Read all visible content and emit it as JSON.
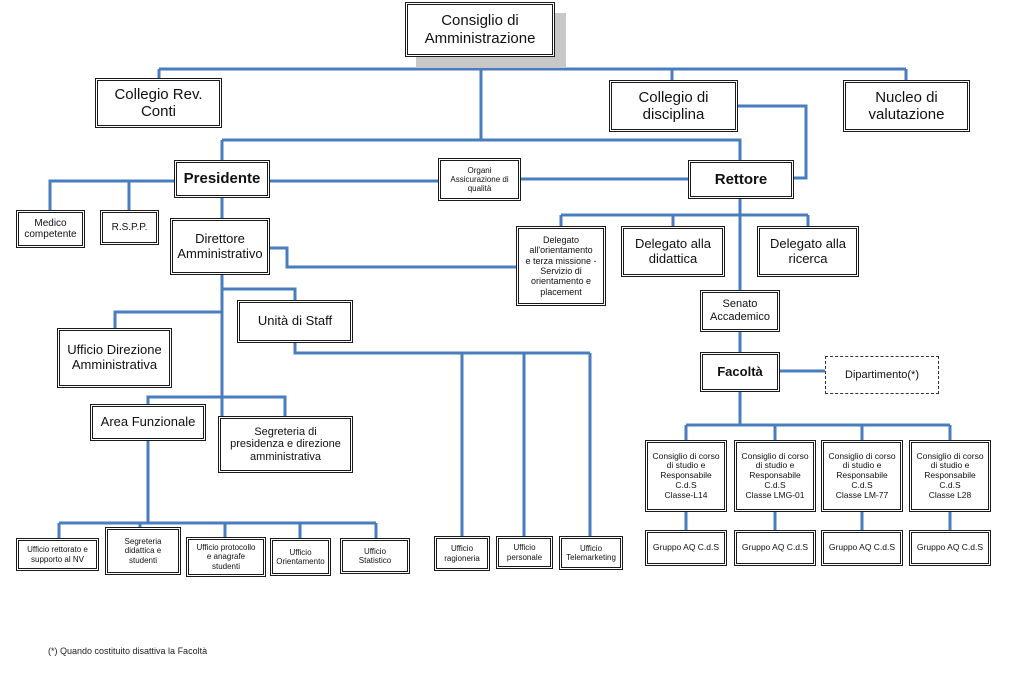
{
  "accent_color": "#4a7dbf",
  "nodes": {
    "consiglio": "Consiglio di\nAmministrazione",
    "collegio_rev": "Collegio Rev.\nConti",
    "collegio_disciplina": "Collegio di\ndisciplina",
    "nucleo": "Nucleo di\nvalutazione",
    "presidente": "Presidente",
    "organi_aq": "Organi\nAssicurazione di\nqualità",
    "rettore": "Rettore",
    "medico": "Medico\ncompetente",
    "rspp": "R.S.P.P.",
    "direttore": "Direttore\nAmministrativo",
    "delegato_orientamento": "Delegato\nall'orientamento\ne terza missione -\nServizio di\norientamento e\nplacement",
    "delegato_didattica": "Delegato alla\ndidattica",
    "delegato_ricerca": "Delegato alla\nricerca",
    "unita_staff": "Unità di Staff",
    "senato": "Senato\nAccademico",
    "ufficio_direzione": "Ufficio Direzione\nAmministrativa",
    "facolta": "Facoltà",
    "dipartimento": "Dipartimento(*)",
    "area_funzionale": "Area Funzionale",
    "segreteria_presidenza": "Segreteria di\npresidenza e direzione\namministrativa",
    "cds_l14": "Consiglio di corso\ndi studio e\nResponsabile\nC.d.S\nClasse-L14",
    "cds_lmg01": "Consiglio di corso\ndi studio e\nResponsabile\nC.d.S\nClasse LMG-01",
    "cds_lm77": "Consiglio di corso\ndi studio e\nResponsabile\nC.d.S\nClasse LM-77",
    "cds_l28": "Consiglio di corso\ndi studio e\nResponsabile\nC.d.S\nClasse L28",
    "gruppo_aq_1": "Gruppo AQ C.d.S",
    "gruppo_aq_2": "Gruppo AQ C.d.S",
    "gruppo_aq_3": "Gruppo AQ C.d.S",
    "gruppo_aq_4": "Gruppo AQ C.d.S",
    "ufficio_rettorato": "Ufficio rettorato e\nsupporto al NV",
    "segreteria_didattica": "Segreteria\ndidattica e\nstudenti",
    "ufficio_protocollo": "Ufficio protocollo\ne anagrafe\nstudenti",
    "ufficio_orientamento": "Ufficio\nOrientamento",
    "ufficio_statistico": "Ufficio\nStatistico",
    "ufficio_ragioneria": "Ufficio\nragioneria",
    "ufficio_personale": "Ufficio\npersonale",
    "ufficio_telemarketing": "Ufficio\nTelemarketing"
  },
  "footnote": "(*) Quando costituito disattiva la Facoltà"
}
